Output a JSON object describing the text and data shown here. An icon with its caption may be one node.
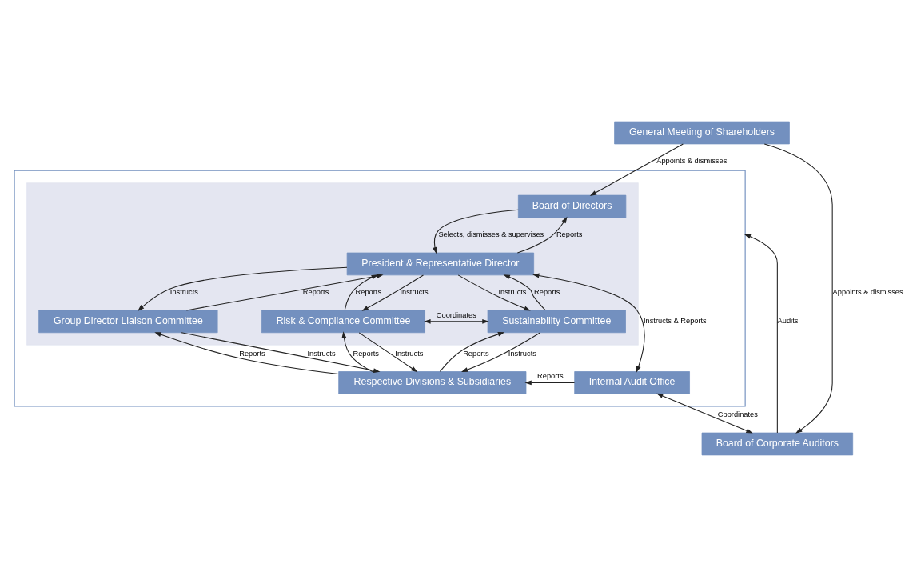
{
  "diagram": {
    "nodes": [
      {
        "text": [
          "General Meeting of Shareholders"
        ]
      },
      {
        "text": [],
        "shape": "box"
      },
      {
        "text": [],
        "shape": "box",
        "in": 1
      },
      {
        "text": [
          "Board of Directors"
        ],
        "in": 2
      },
      {
        "text": [
          "President & Representative Director"
        ],
        "in": 2
      },
      {
        "text": [
          "Sustainability Committee"
        ],
        "in": 2
      },
      {
        "text": [
          "Risk & Compliance Committee"
        ],
        "in": 2
      },
      {
        "text": [
          "Group Director Liaison Committee"
        ],
        "in": 2
      },
      {
        "text": [
          "Respective Divisions & Subsidiaries"
        ],
        "in": 1
      },
      {
        "text": [
          "Internal Audit Office"
        ],
        "in": 1
      },
      {
        "text": [
          "Board of Corporate Auditors"
        ]
      }
    ],
    "edges": [
      {
        "from": 0,
        "to": 3,
        "label": "Appoints & dismisses",
        "arrow": "to"
      },
      {
        "from": 0,
        "to": 10,
        "label": "Appoints & dismisses",
        "arrow": "to"
      },
      {
        "from": 10,
        "to": 1,
        "label": "Audits",
        "arrow": "to"
      },
      {
        "from": 3,
        "to": 4,
        "label": "Selects, dismisses & supervises",
        "arrow": "to"
      },
      {
        "from": 4,
        "to": 3,
        "label": "Reports",
        "arrow": "to"
      },
      {
        "from": 4,
        "to": 5,
        "label": "Instructs",
        "arrow": "to"
      },
      {
        "from": 5,
        "to": 4,
        "label": "Reports",
        "arrow": "to"
      },
      {
        "from": 4,
        "to": 6,
        "label": "Instructs",
        "arrow": "to"
      },
      {
        "from": 6,
        "to": 4,
        "label": "Reports",
        "arrow": "to"
      },
      {
        "from": 4,
        "to": 7,
        "label": "Instructs",
        "arrow": "to"
      },
      {
        "from": 7,
        "to": 4,
        "label": "Reports",
        "arrow": "to"
      },
      {
        "from": 5,
        "to": 6,
        "label": "Coordinates",
        "arrow": "both"
      },
      {
        "from": 5,
        "to": 8,
        "label": "Instructs",
        "arrow": "to"
      },
      {
        "from": 8,
        "to": 5,
        "label": "Reports",
        "arrow": "to"
      },
      {
        "from": 6,
        "to": 8,
        "label": "Instructs",
        "arrow": "to"
      },
      {
        "from": 8,
        "to": 6,
        "label": "Reports",
        "arrow": "to"
      },
      {
        "from": 7,
        "to": 8,
        "label": "Instructs",
        "arrow": "to"
      },
      {
        "from": 8,
        "to": 7,
        "label": "Reports",
        "arrow": "to"
      },
      {
        "from": 9,
        "to": 8,
        "label": "Reports",
        "arrow": "to"
      },
      {
        "from": 4,
        "to": 9,
        "label": "Instructs & Reports",
        "arrow": "both"
      },
      {
        "from": 9,
        "to": 10,
        "label": "Coordinates",
        "arrow": "both"
      }
    ]
  }
}
